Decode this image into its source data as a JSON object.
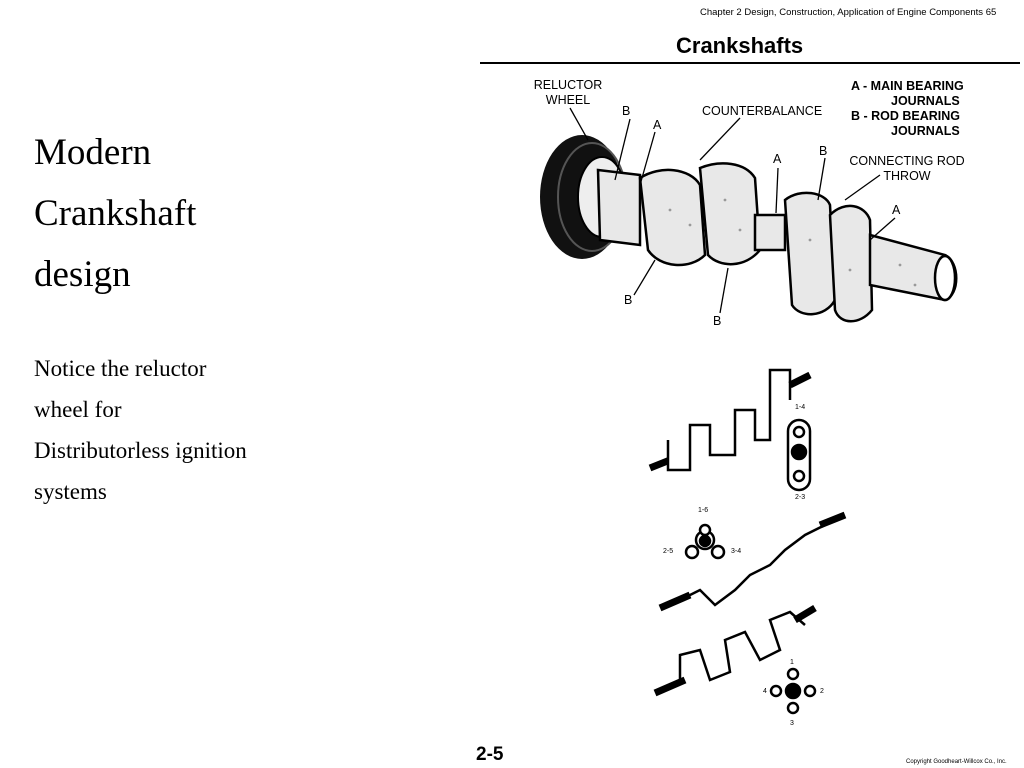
{
  "slide": {
    "title_lines": [
      "Modern",
      "Crankshaft",
      "design"
    ],
    "note_lines": [
      "Notice the reluctor",
      "wheel for",
      "Distributorless ignition",
      "systems"
    ]
  },
  "figure": {
    "chapter_header": "Chapter 2   Design, Construction, Application of Engine Components   65",
    "heading": "Crankshafts",
    "labels": {
      "reluctor_line1": "RELUCTOR",
      "reluctor_line2": "WHEEL",
      "counterbalance": "COUNTERBALANCE",
      "legend_a1": "A - MAIN BEARING",
      "legend_a2": "JOURNALS",
      "legend_b1": "B - ROD BEARING",
      "legend_b2": "JOURNALS",
      "connecting_rod1": "CONNECTING ROD",
      "connecting_rod2": "THROW",
      "letter_a": "A",
      "letter_b": "B"
    },
    "throw_labels": {
      "four_top": "1-4",
      "four_bottom": "2-3",
      "six_top": "1-6",
      "six_left": "2-5",
      "six_right": "3-4",
      "v_top": "1",
      "v_left": "4",
      "v_right": "2",
      "v_bottom": "3"
    },
    "page_number": "2-5",
    "copyright": "Copyright Goodheart-Willcox Co., Inc."
  }
}
